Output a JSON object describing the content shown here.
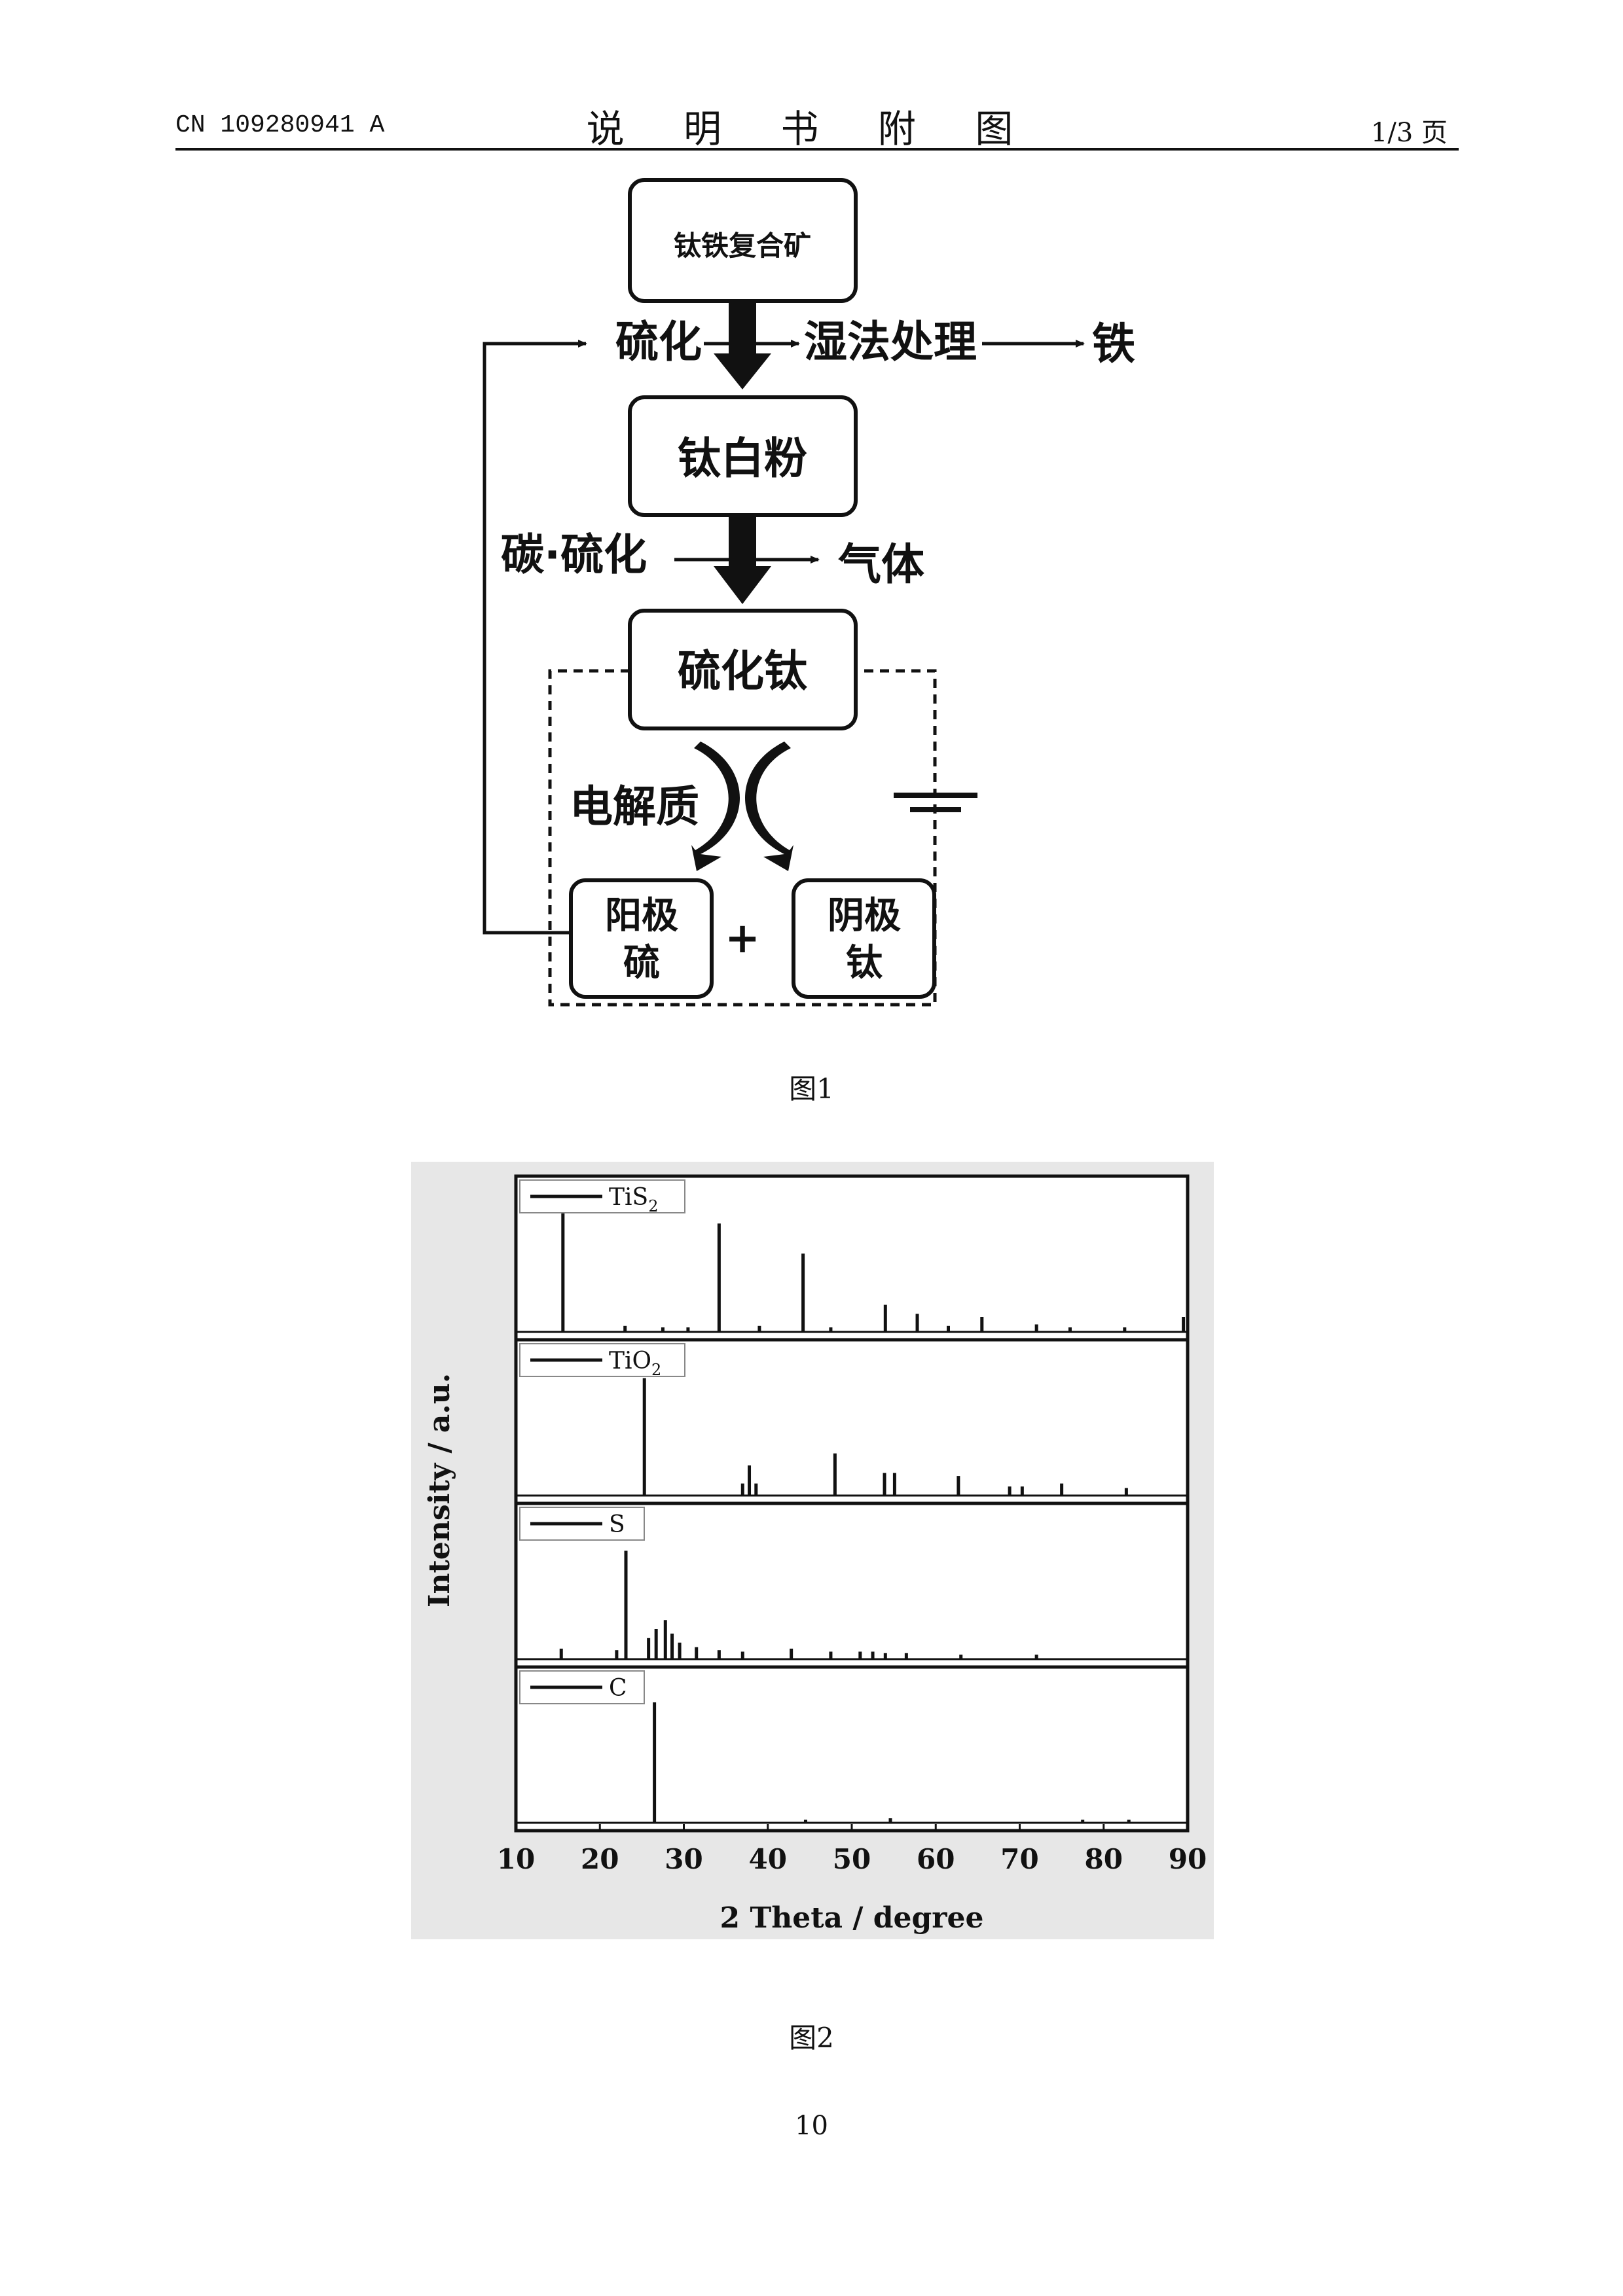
{
  "header": {
    "patent_number": "CN 109280941 A",
    "title": "说 明 书 附 图",
    "page_indicator": "1/3 页"
  },
  "figure1": {
    "caption": "图1",
    "boxes": {
      "top": "钛铁复合矿",
      "middle": "钛白粉",
      "lower": "硫化钛",
      "anode_line1": "阳极",
      "anode_line2": "硫",
      "cathode_line1": "阴极",
      "cathode_line2": "钛"
    },
    "labels": {
      "sulfurize": "硫化",
      "wet_process": "湿法处理",
      "iron": "铁",
      "carbon_sulfurize": "碳·硫化",
      "gas": "气体",
      "electrolyte": "电解质",
      "plus": "+"
    }
  },
  "figure2": {
    "caption": "图2"
  },
  "chart_data": {
    "type": "line",
    "xlabel": "2 Theta / degree",
    "ylabel": "Intensity / a.u.",
    "xlim": [
      10,
      90
    ],
    "xticks": [
      10,
      20,
      30,
      40,
      50,
      60,
      70,
      80,
      90
    ],
    "series": [
      {
        "name": "TiS",
        "subscript": "2",
        "peaks": [
          [
            15.6,
            0.88
          ],
          [
            23.0,
            0.04
          ],
          [
            27.5,
            0.03
          ],
          [
            30.5,
            0.03
          ],
          [
            34.2,
            0.72
          ],
          [
            39.0,
            0.04
          ],
          [
            44.2,
            0.52
          ],
          [
            47.5,
            0.03
          ],
          [
            54.0,
            0.18
          ],
          [
            57.8,
            0.12
          ],
          [
            61.5,
            0.04
          ],
          [
            65.5,
            0.1
          ],
          [
            72.0,
            0.05
          ],
          [
            76.0,
            0.03
          ],
          [
            82.5,
            0.03
          ],
          [
            89.5,
            0.1
          ]
        ]
      },
      {
        "name": "TiO",
        "subscript": "2",
        "peaks": [
          [
            25.3,
            0.78
          ],
          [
            37.0,
            0.08
          ],
          [
            37.8,
            0.2
          ],
          [
            38.6,
            0.08
          ],
          [
            48.0,
            0.28
          ],
          [
            53.9,
            0.15
          ],
          [
            55.1,
            0.15
          ],
          [
            62.7,
            0.13
          ],
          [
            68.8,
            0.06
          ],
          [
            70.3,
            0.06
          ],
          [
            75.0,
            0.08
          ],
          [
            82.7,
            0.05
          ]
        ]
      },
      {
        "name": "S",
        "peaks": [
          [
            15.4,
            0.07
          ],
          [
            22.0,
            0.06
          ],
          [
            23.1,
            0.72
          ],
          [
            25.8,
            0.14
          ],
          [
            26.7,
            0.2
          ],
          [
            27.8,
            0.26
          ],
          [
            28.6,
            0.17
          ],
          [
            29.5,
            0.11
          ],
          [
            31.5,
            0.08
          ],
          [
            34.2,
            0.06
          ],
          [
            37.0,
            0.05
          ],
          [
            42.8,
            0.07
          ],
          [
            47.5,
            0.05
          ],
          [
            51.0,
            0.05
          ],
          [
            52.5,
            0.05
          ],
          [
            54.0,
            0.04
          ],
          [
            56.5,
            0.04
          ],
          [
            63.0,
            0.03
          ],
          [
            72.0,
            0.03
          ]
        ]
      },
      {
        "name": "C",
        "peaks": [
          [
            26.5,
            0.8
          ],
          [
            44.5,
            0.02
          ],
          [
            54.6,
            0.03
          ],
          [
            77.5,
            0.02
          ],
          [
            83.0,
            0.02
          ]
        ]
      }
    ]
  },
  "page_number": "10"
}
